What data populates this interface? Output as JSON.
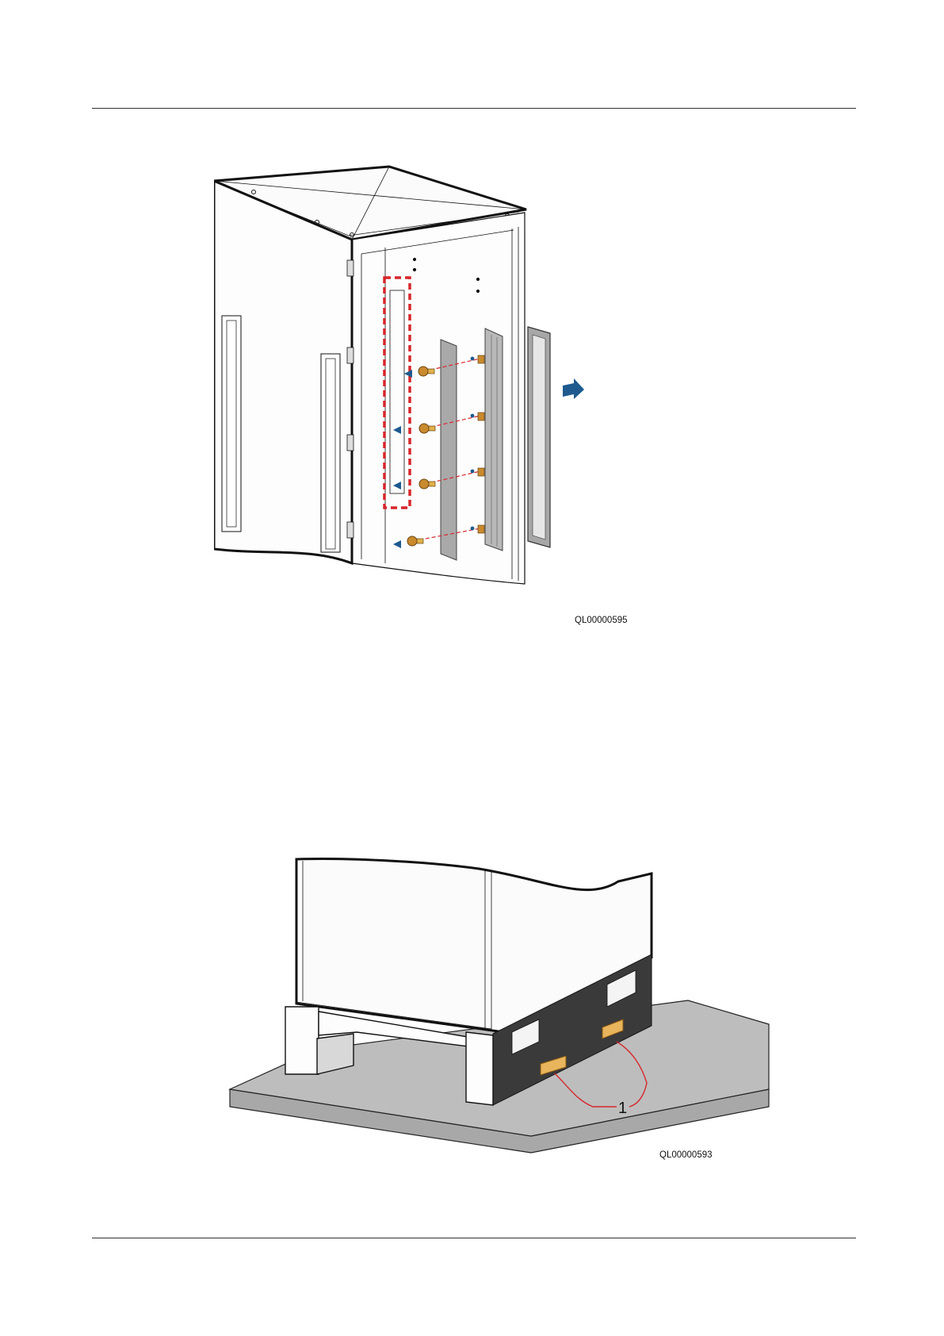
{
  "figures": [
    {
      "code": "QL00000595",
      "colors": {
        "highlight": "#d6262b",
        "arrow": "#1e5a8e",
        "screw": "#c98a2e"
      }
    },
    {
      "code": "QL00000593",
      "callout": "1",
      "colors": {
        "floor": "#bdbdbd",
        "mesh": "#3a3a3a",
        "block": "#e8b45c"
      }
    }
  ]
}
